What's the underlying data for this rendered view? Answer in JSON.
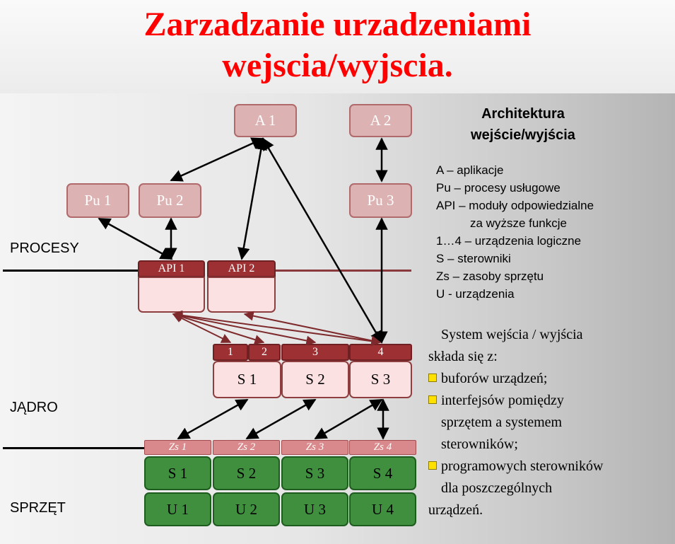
{
  "title": {
    "line1": "Zarzadzanie urzadzeniami",
    "line2": "wejscia/wyjscia."
  },
  "layers": {
    "processes": "PROCESY",
    "kernel": "JĄDRO",
    "hardware": "SPRZĘT"
  },
  "apps": [
    "A 1",
    "A 2"
  ],
  "services": [
    "Pu 1",
    "Pu 2",
    "Pu 3"
  ],
  "api": [
    "API 1",
    "API 2"
  ],
  "logical_devices": [
    "1",
    "2",
    "3",
    "4"
  ],
  "drivers": [
    "S 1",
    "S 2",
    "S 3"
  ],
  "resources": [
    "Zs 1",
    "Zs 2",
    "Zs 3",
    "Zs 4"
  ],
  "controllers": [
    "S 1",
    "S 2",
    "S 3",
    "S 4"
  ],
  "devices": [
    "U 1",
    "U 2",
    "U 3",
    "U 4"
  ],
  "right_title": {
    "line1": "Architektura",
    "line2": "wejście/wyjścia"
  },
  "legend": [
    "A – aplikacje",
    "Pu – procesy usługowe",
    "API – moduły odpowiedzialne",
    "za wyższe funkcje",
    "1…4 – urządzenia logiczne",
    "S – sterowniki",
    "Zs – zasoby sprzętu",
    "U - urządzenia"
  ],
  "system": {
    "intro1": "System wejścia / wyjścia",
    "intro2": "składa się z:",
    "b1": "buforów urządzeń;",
    "b2a": "interfejsów pomiędzy",
    "b2b": "sprzętem a systemem",
    "b2c": "sterowników;",
    "b3a": "programowych sterowników",
    "b3b": "dla poszczególnych",
    "b3c": "urządzeń."
  },
  "colors": {
    "title": "#ff0000",
    "api_header": "#9c3033",
    "hardware_green": "#3f8f3f",
    "bullet": "#ffe100"
  }
}
